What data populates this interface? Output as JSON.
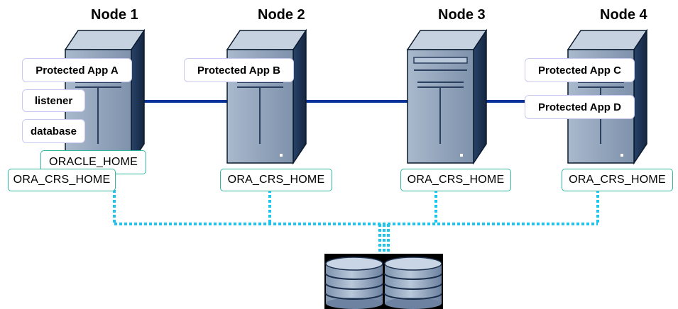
{
  "nodes": [
    {
      "title": "Node 1",
      "home": "ORA_CRS_HOME",
      "apps": [
        "Protected App A",
        "listener",
        "database"
      ],
      "oracle_home": "ORACLE_HOME"
    },
    {
      "title": "Node 2",
      "home": "ORA_CRS_HOME",
      "apps": [
        "Protected App B"
      ]
    },
    {
      "title": "Node 3",
      "home": "ORA_CRS_HOME",
      "apps": []
    },
    {
      "title": "Node 4",
      "home": "ORA_CRS_HOME",
      "apps": [
        "Protected App C",
        "Protected App D"
      ]
    }
  ],
  "colors": {
    "interconnect": "#06329a",
    "storage_link": "#1ec4f0",
    "server_front": "#8a9cb4",
    "server_side": "#1e3454",
    "server_top": "#c6d2e0",
    "disk": "#9fb3cc"
  }
}
